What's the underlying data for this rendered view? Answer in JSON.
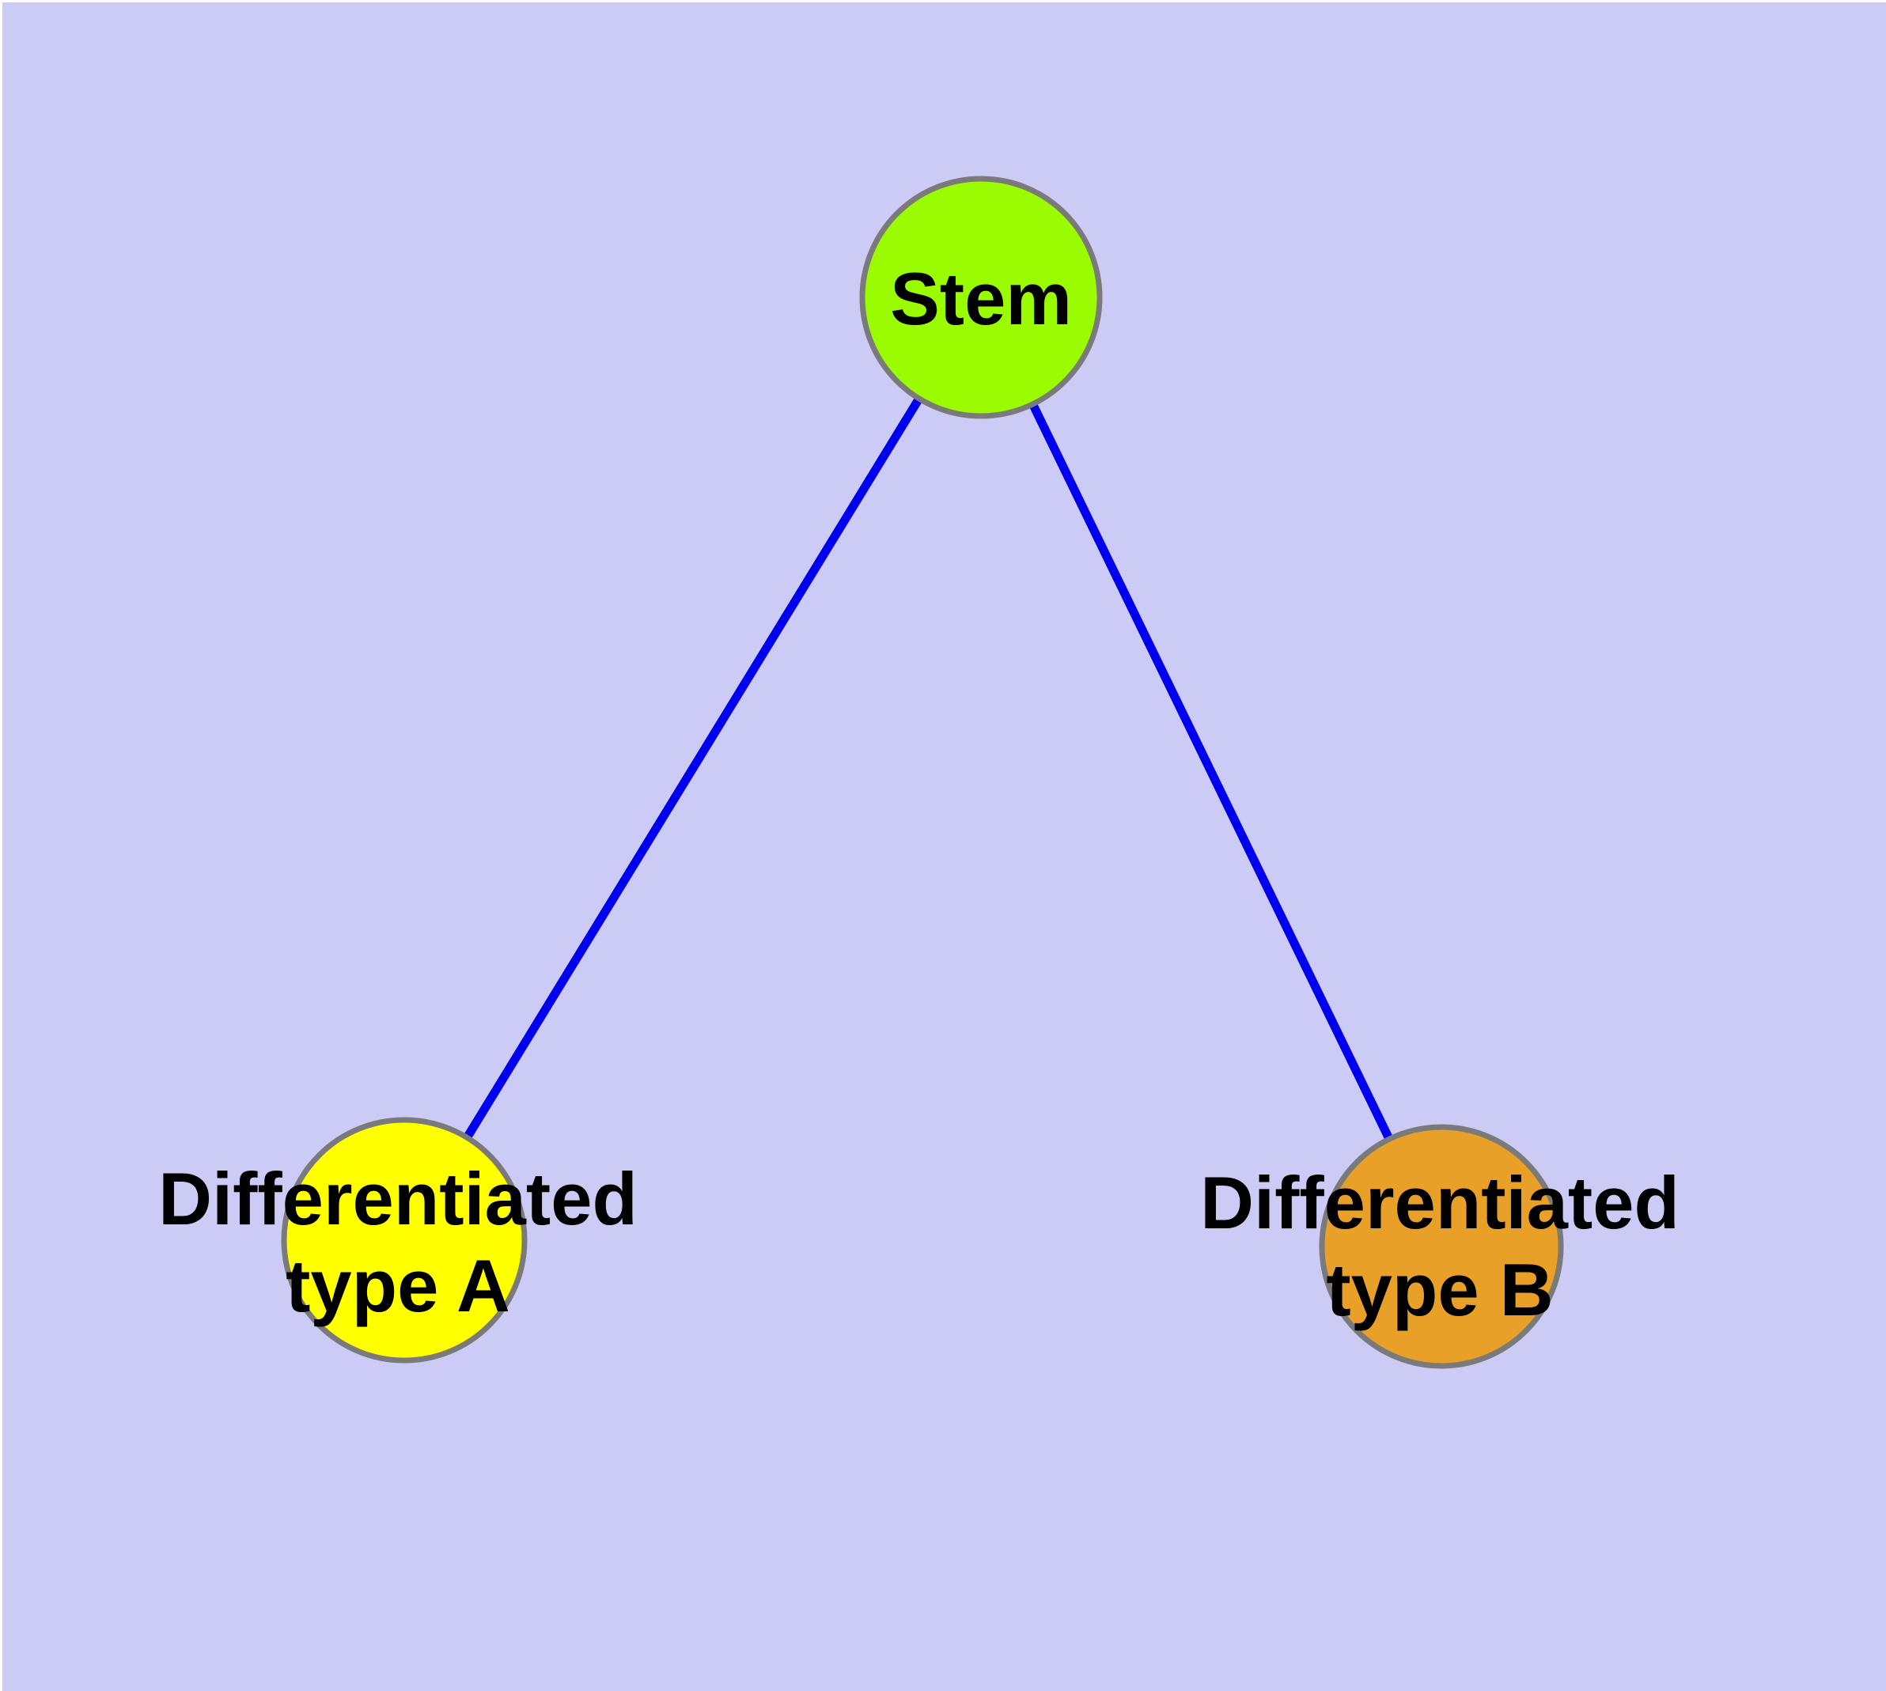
{
  "diagram": {
    "background_color": "#CBCBF6",
    "edge_color": "#0000EE",
    "node_border_color": "#7A7A7A",
    "nodes": [
      {
        "id": "stem",
        "label": "Stem",
        "fill_color": "#9BFB00"
      },
      {
        "id": "differentiated-type-a",
        "label_line1": "Differentiated",
        "label_line2": "type A",
        "fill_color": "#FFFF00"
      },
      {
        "id": "differentiated-type-b",
        "label_line1": "Differentiated",
        "label_line2": "type B",
        "fill_color": "#E8A028"
      }
    ],
    "edges": [
      {
        "from": "Stem",
        "to": "Differentiated type A"
      },
      {
        "from": "Stem",
        "to": "Differentiated type B"
      }
    ]
  }
}
